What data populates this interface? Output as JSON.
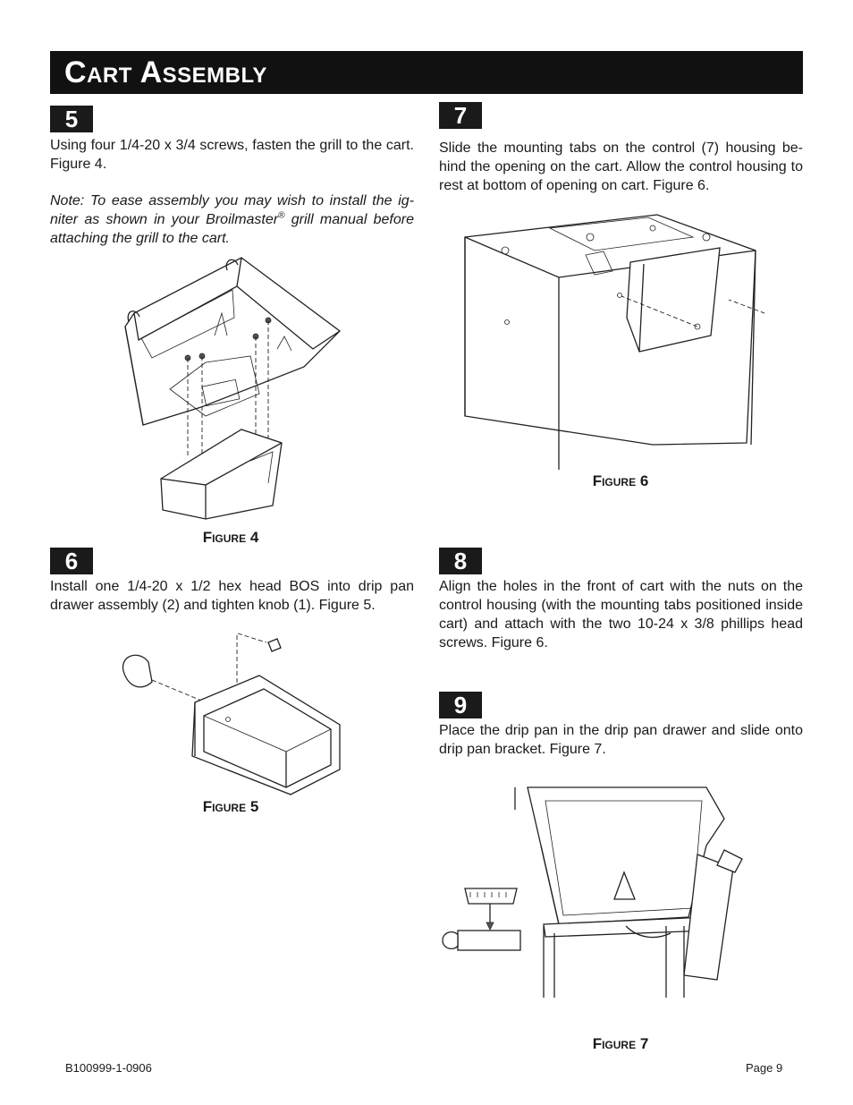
{
  "header": {
    "title": "Cart Assembly"
  },
  "steps": {
    "s5": {
      "number": "5",
      "text": "Using four 1/4-20 x 3/4 screws, fasten the grill to the cart. Figure 4.",
      "note_a": "Note: To ease assembly you may wish to install the ig-niter as shown in your Broilmaster",
      "note_sup": "®",
      "note_b": " grill manual before attaching the grill to the cart."
    },
    "s6": {
      "number": "6",
      "text": "Install one 1/4-20 x 1/2 hex head BOS into drip pan drawer assembly (2) and tighten knob (1). Figure 5."
    },
    "s7": {
      "number": "7",
      "text": "Slide the mounting tabs on the control (7) housing be-hind the opening on the cart. Allow the control housing to rest at bottom of opening on cart. Figure 6."
    },
    "s8": {
      "number": "8",
      "text": "Align the holes in the front of cart with the nuts on the control housing (with the mounting tabs positioned inside cart) and attach with the two 10-24 x 3/8 phillips head screws. Figure 6."
    },
    "s9": {
      "number": "9",
      "text": "Place the drip pan in the drip pan drawer and slide onto drip pan bracket. Figure 7."
    }
  },
  "figures": {
    "f4": "Figure 4",
    "f5": "Figure 5",
    "f6": "Figure 6",
    "f7": "Figure 7"
  },
  "footer": {
    "doc_number": "B100999-1-0906",
    "page": "Page 9"
  }
}
